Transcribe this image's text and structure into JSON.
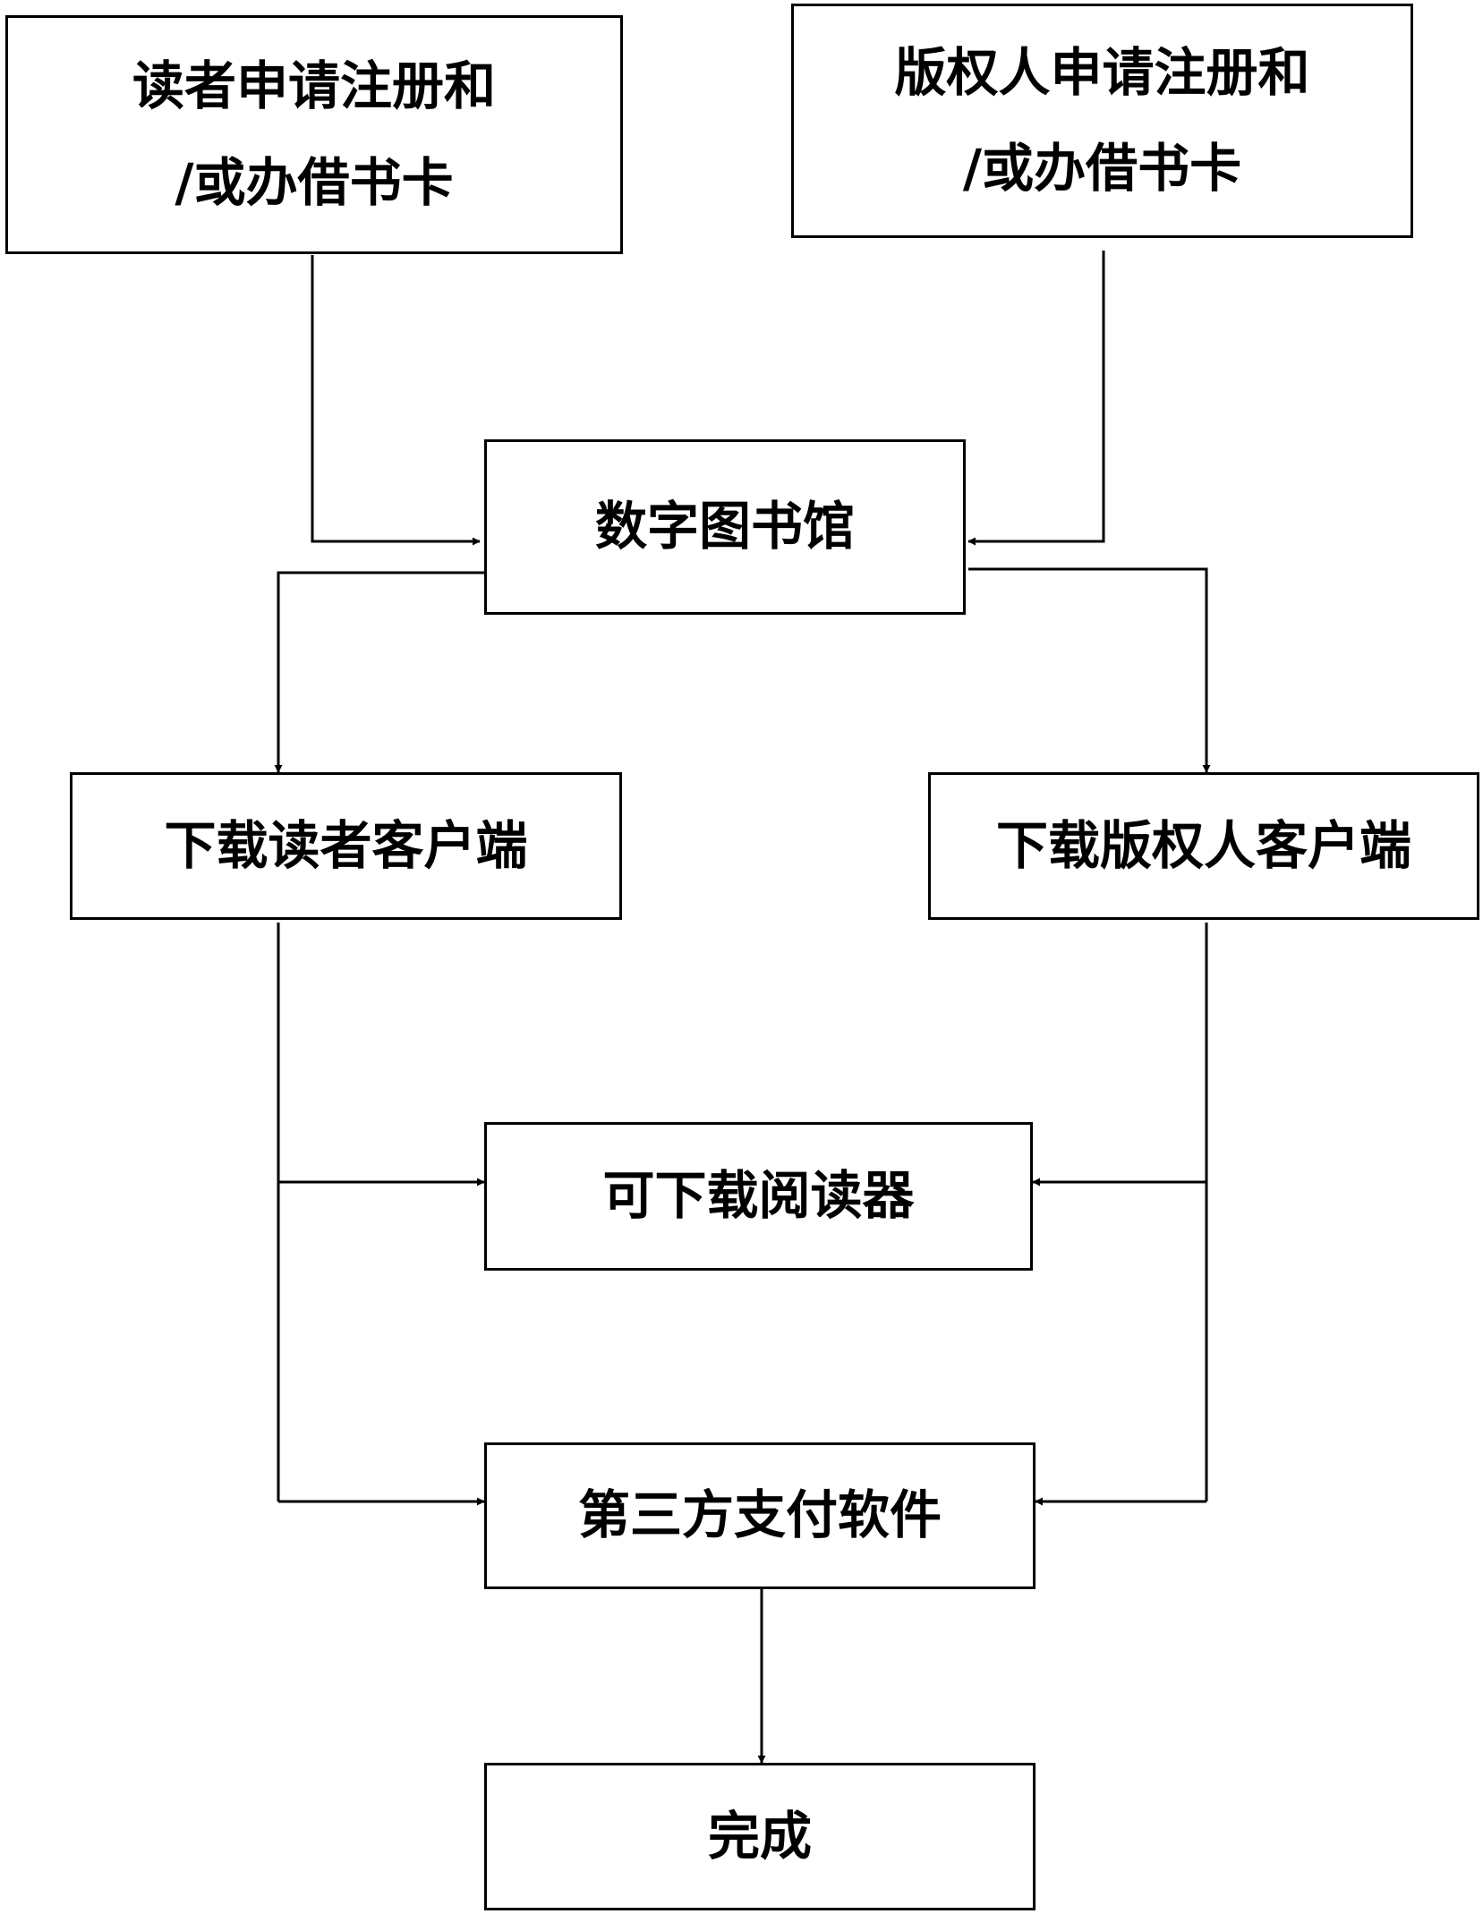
{
  "nodes": {
    "reader_register": {
      "line1": "读者申请注册和",
      "line2": "/或办借书卡"
    },
    "owner_register": {
      "line1": "版权人申请注册和",
      "line2": "/或办借书卡"
    },
    "digital_library": {
      "label": "数字图书馆"
    },
    "reader_client": {
      "label": "下载读者客户端"
    },
    "owner_client": {
      "label": "下载版权人客户端"
    },
    "reader_software": {
      "label": "可下载阅读器"
    },
    "payment": {
      "label": "第三方支付软件"
    },
    "done": {
      "label": "完成"
    }
  }
}
